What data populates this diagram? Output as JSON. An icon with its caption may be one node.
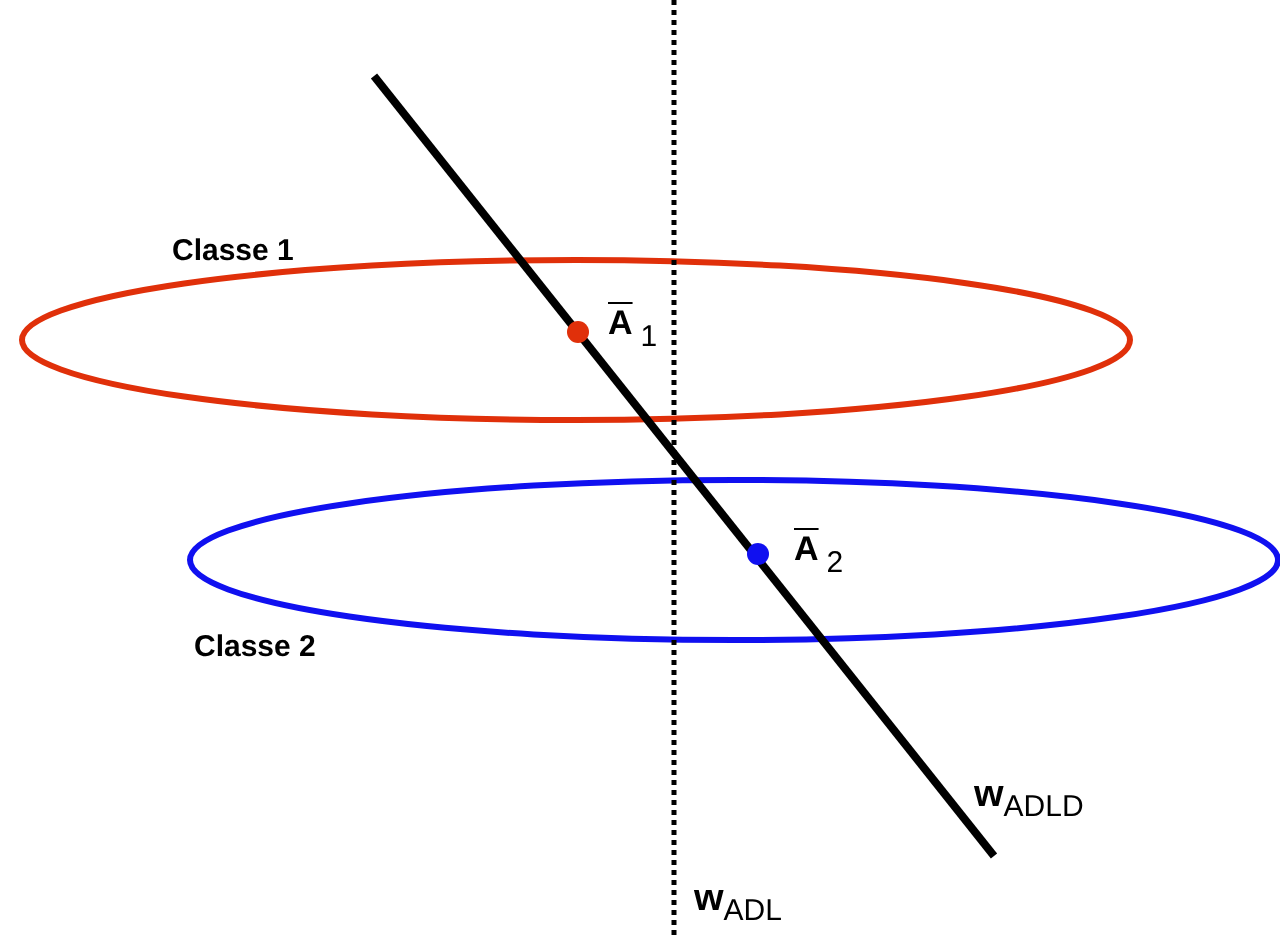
{
  "diagram": {
    "labels": [
      "Classe 1",
      "A$_{1}$",
      "A$_{2}$",
      "Classe 2",
      "**w**$_{ADLD}$",
      "**w**$_{ADL}$"
    ]
  }
}
